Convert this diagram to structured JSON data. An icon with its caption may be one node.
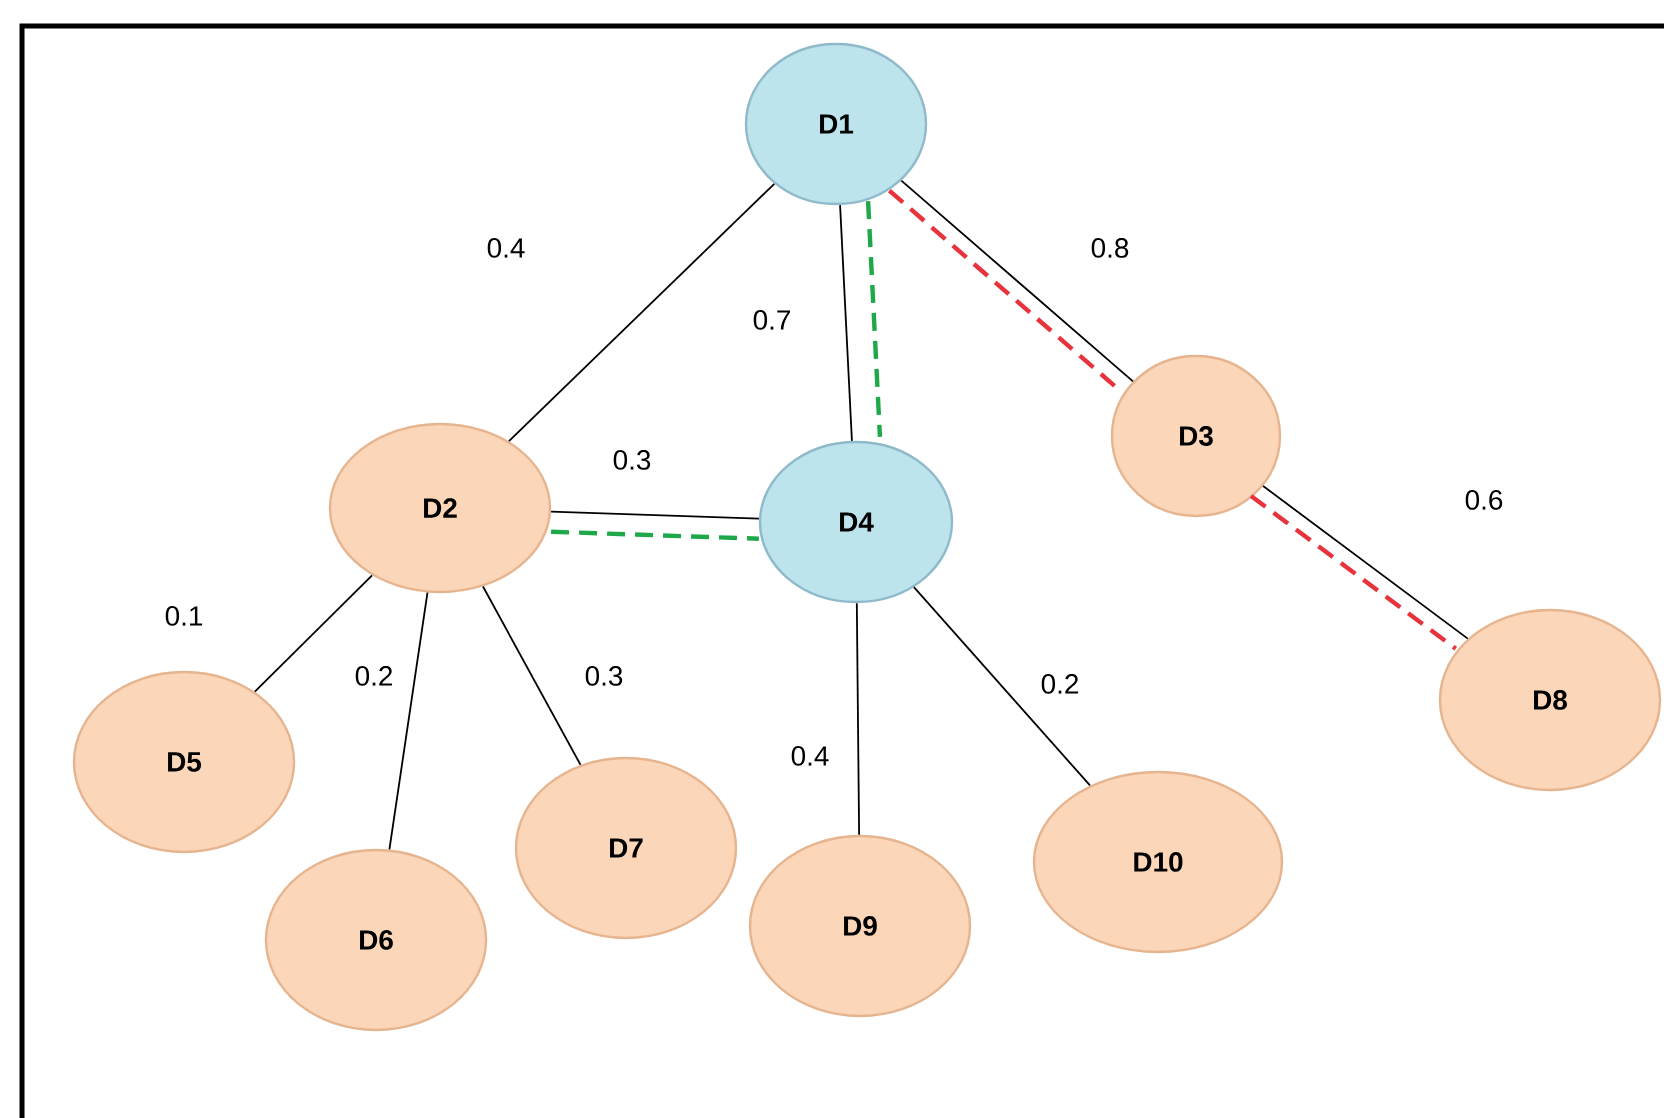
{
  "diagram": {
    "nodes": [
      {
        "text": [
          "D1"
        ]
      },
      {
        "text": [
          "D2"
        ]
      },
      {
        "text": [
          "D3"
        ]
      },
      {
        "text": [
          "D4"
        ]
      },
      {
        "text": [
          "D5"
        ]
      },
      {
        "text": [
          "D6"
        ]
      },
      {
        "text": [
          "D7"
        ]
      },
      {
        "text": [
          "D8"
        ]
      },
      {
        "text": [
          "D9"
        ]
      },
      {
        "text": [
          "D10"
        ]
      }
    ],
    "edges": [
      {
        "from": 0,
        "to": 1,
        "arrow": "none",
        "label": "0.4"
      },
      {
        "from": 0,
        "to": 3,
        "arrow": "none",
        "label": "0.7"
      },
      {
        "from": 0,
        "to": 2,
        "arrow": "none",
        "label": "0.8"
      },
      {
        "from": 1,
        "to": 3,
        "arrow": "none",
        "label": "0.3"
      },
      {
        "from": 2,
        "to": 7,
        "arrow": "none",
        "label": "0.6"
      },
      {
        "from": 1,
        "to": 4,
        "arrow": "none",
        "label": "0.1"
      },
      {
        "from": 1,
        "to": 5,
        "arrow": "none",
        "label": "0.2"
      },
      {
        "from": 1,
        "to": 6,
        "arrow": "none",
        "label": "0.3"
      },
      {
        "from": 3,
        "to": 8,
        "arrow": "none",
        "label": "0.4"
      },
      {
        "from": 3,
        "to": 9,
        "arrow": "none",
        "label": "0.2"
      },
      {
        "from": 0,
        "to": 3,
        "arrow": "none",
        "style": "dashed",
        "color": "#1fa84a"
      },
      {
        "from": 1,
        "to": 3,
        "arrow": "none",
        "style": "dashed",
        "color": "#1fa84a"
      },
      {
        "from": 0,
        "to": 2,
        "arrow": "none",
        "style": "dashed",
        "color": "#e8323c"
      },
      {
        "from": 2,
        "to": 7,
        "arrow": "none",
        "style": "dashed",
        "color": "#e8323c"
      }
    ]
  }
}
